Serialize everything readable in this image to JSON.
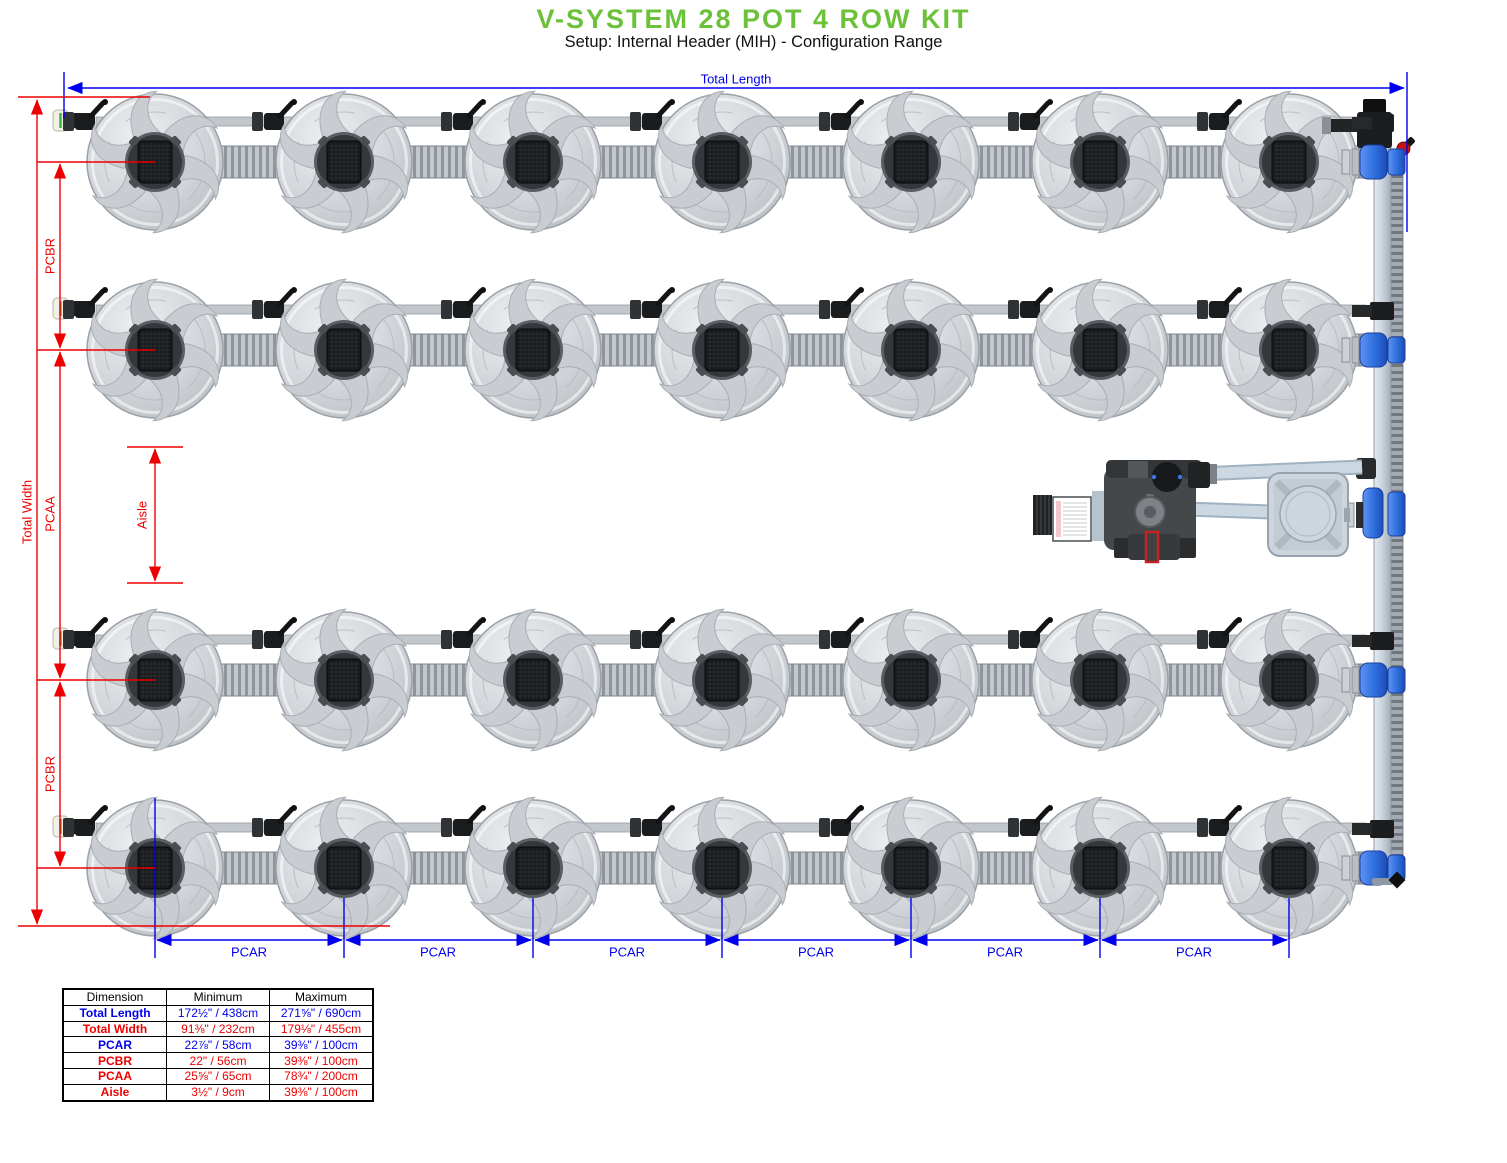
{
  "title": "V-SYSTEM 28 POT 4 ROW KIT",
  "subtitle": "Setup: Internal Header (MIH) - Configuration Range",
  "annotations": {
    "total_length": "Total Length",
    "total_width": "Total Width",
    "pcbr": "PCBR",
    "pcaa": "PCAA",
    "aisle": "Aisle",
    "pcar": "PCAR"
  },
  "colors": {
    "title_green": "#6cc13a",
    "dimension_blue": "#0000ee",
    "dimension_red": "#ee0000",
    "fitting_blue": "#2e6ede"
  },
  "diagram": {
    "pot_rows": 4,
    "pots_per_row": 7,
    "total_pots": 28
  },
  "table": {
    "headers": [
      "Dimension",
      "Minimum",
      "Maximum"
    ],
    "rows": [
      {
        "dimension": "Total Length",
        "min": "172½\" / 438cm",
        "max": "271⅝\" / 690cm"
      },
      {
        "dimension": "Total Width",
        "min": "91⅜\" / 232cm",
        "max": "179⅛\" / 455cm"
      },
      {
        "dimension": "PCAR",
        "min": "22⅞\" / 58cm",
        "max": "39⅜\" / 100cm"
      },
      {
        "dimension": "PCBR",
        "min": "22\" / 56cm",
        "max": "39⅜\" / 100cm"
      },
      {
        "dimension": "PCAA",
        "min": "25⅝\" / 65cm",
        "max": "78¾\" / 200cm"
      },
      {
        "dimension": "Aisle",
        "min": "3½\" / 9cm",
        "max": "39⅜\" / 100cm"
      }
    ]
  }
}
